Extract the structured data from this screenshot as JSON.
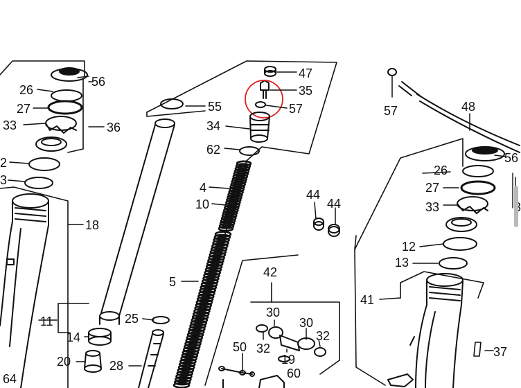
{
  "parts": [
    {
      "id": "p56a",
      "label": "56"
    },
    {
      "id": "p26a",
      "label": "26"
    },
    {
      "id": "p27a",
      "label": "27"
    },
    {
      "id": "p33a",
      "label": "33"
    },
    {
      "id": "p36",
      "label": "36"
    },
    {
      "id": "p12a",
      "label": "2"
    },
    {
      "id": "p13a",
      "label": "3"
    },
    {
      "id": "p18",
      "label": "18"
    },
    {
      "id": "p11",
      "label": "11"
    },
    {
      "id": "p14",
      "label": "14"
    },
    {
      "id": "p20",
      "label": "20"
    },
    {
      "id": "p64",
      "label": "64"
    },
    {
      "id": "p25",
      "label": "25"
    },
    {
      "id": "p28",
      "label": "28"
    },
    {
      "id": "p55",
      "label": "55"
    },
    {
      "id": "p47",
      "label": "47"
    },
    {
      "id": "p35",
      "label": "35"
    },
    {
      "id": "p57a",
      "label": "57"
    },
    {
      "id": "p34",
      "label": "34"
    },
    {
      "id": "p62",
      "label": "62"
    },
    {
      "id": "p4",
      "label": "4"
    },
    {
      "id": "p10",
      "label": "10"
    },
    {
      "id": "p5",
      "label": "5"
    },
    {
      "id": "p42",
      "label": "42"
    },
    {
      "id": "p30a",
      "label": "30"
    },
    {
      "id": "p30b",
      "label": "30"
    },
    {
      "id": "p32a",
      "label": "32"
    },
    {
      "id": "p32b",
      "label": "32"
    },
    {
      "id": "p19",
      "label": "19"
    },
    {
      "id": "p50",
      "label": "50"
    },
    {
      "id": "p60",
      "label": "60"
    },
    {
      "id": "p44a",
      "label": "44"
    },
    {
      "id": "p44b",
      "label": "44"
    },
    {
      "id": "p41",
      "label": "41"
    },
    {
      "id": "p57b",
      "label": "57"
    },
    {
      "id": "p48",
      "label": "48"
    },
    {
      "id": "p56b",
      "label": "56"
    },
    {
      "id": "p26b",
      "label": "26"
    },
    {
      "id": "p27b",
      "label": "27"
    },
    {
      "id": "p33b",
      "label": "33"
    },
    {
      "id": "p12b",
      "label": "12"
    },
    {
      "id": "p13b",
      "label": "13"
    },
    {
      "id": "p37",
      "label": "37"
    },
    {
      "id": "p3edge",
      "label": "3"
    }
  ],
  "highlight": {
    "part": "35",
    "color": "#e02020"
  }
}
